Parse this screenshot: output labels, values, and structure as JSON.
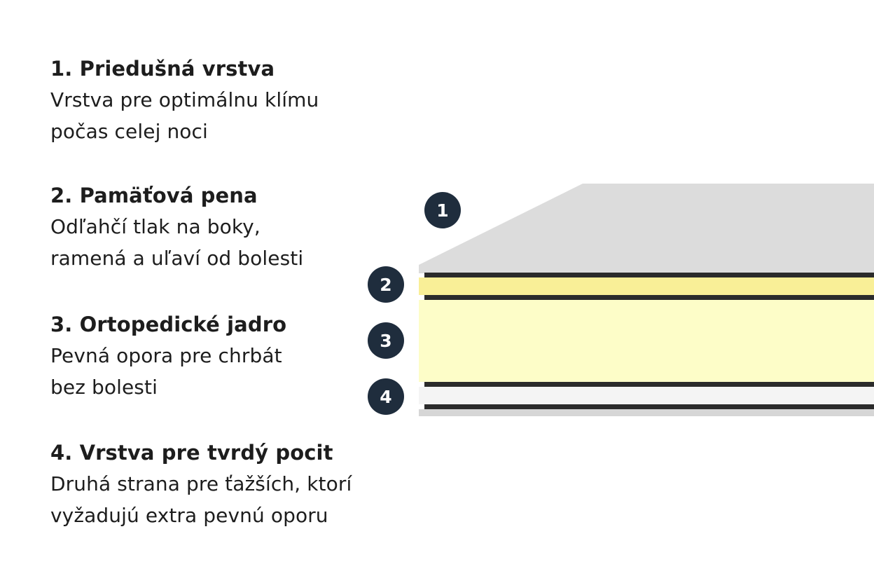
{
  "layers": [
    {
      "number": "1",
      "title": "1. Priedušná vrstva",
      "desc_line1": "Vrstva pre optimálnu klímu",
      "desc_line2": "počas celej noci"
    },
    {
      "number": "2",
      "title": "2. Pamäťová pena",
      "desc_line1": "Odľahčí tlak na boky,",
      "desc_line2": "ramená a uľaví od bolesti"
    },
    {
      "number": "3",
      "title": "3. Ortopedické jadro",
      "desc_line1": "Pevná opora pre chrbát",
      "desc_line2": "bez bolesti"
    },
    {
      "number": "4",
      "title": "4. Vrstva pre tvrdý pocit",
      "desc_line1": "Druhá strana pre ťažších, ktorí",
      "desc_line2": "vyžadujú extra pevnú oporu"
    }
  ],
  "colors": {
    "top_layer": "#dcdcdc",
    "memory_foam": "#f9ef97",
    "core": "#fdfdc8",
    "bottom_layer": "#f4f4f4",
    "bottom_edge": "#d6d6d6",
    "stripe": "#2b2b2b",
    "badge": "#1f2d3d"
  }
}
